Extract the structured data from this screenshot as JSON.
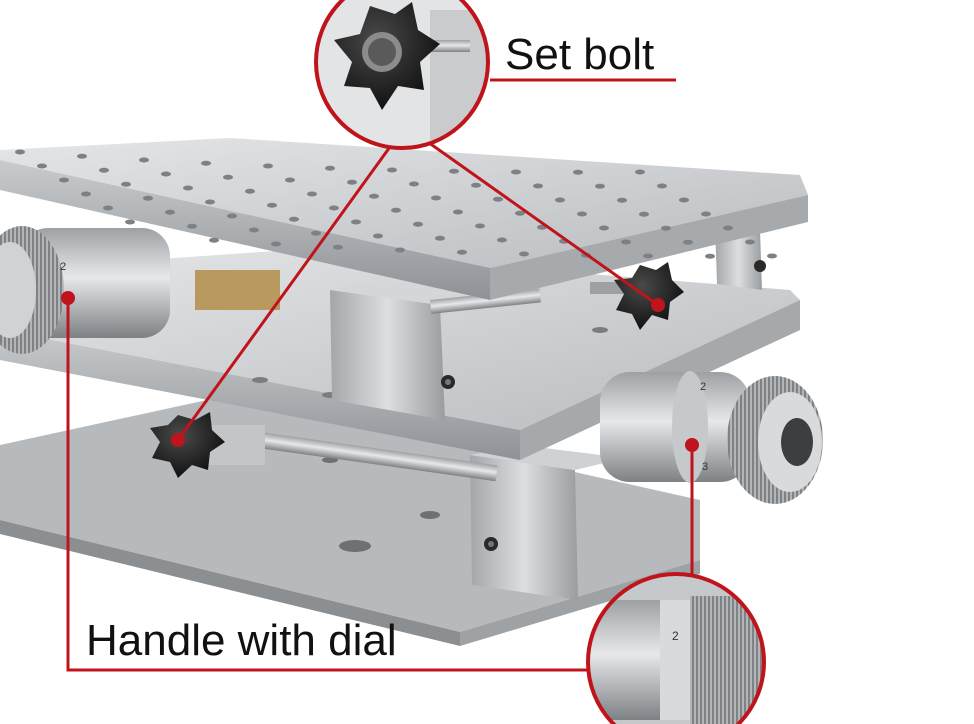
{
  "callouts": {
    "set_bolt": "Set bolt",
    "handle_with_dial": "Handle with dial"
  },
  "dial_marks": [
    "2",
    "3"
  ],
  "colors": {
    "callout_line": "#c0141c",
    "metal_light": "#d4d6d8",
    "metal_mid": "#a9acb0",
    "metal_dark": "#6e7276",
    "knob": "#1a1a1a",
    "brass": "#b89a5e"
  },
  "icons": [
    "star-knob-icon",
    "knurled-dial-icon",
    "hex-bolt-icon"
  ]
}
